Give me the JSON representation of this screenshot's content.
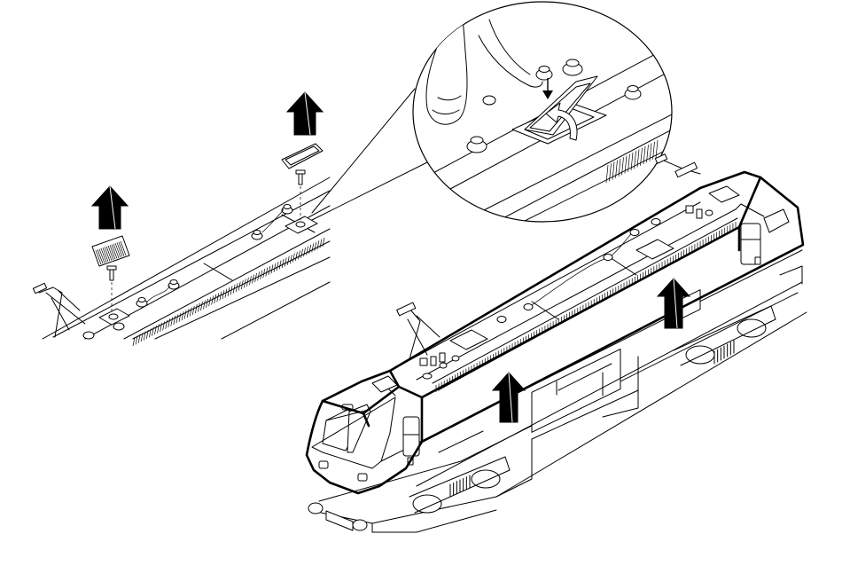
{
  "figure": {
    "text": "",
    "colors": {
      "line": "#000000",
      "background": "#ffffff"
    },
    "instruction": "remove-body-shell",
    "panels": [
      {
        "name": "roof-detail",
        "steps": [
          "lift-roof-hatch",
          "remove-hatch-screw"
        ]
      },
      {
        "name": "magnified-hatch-callout",
        "steps": [
          "press-tab",
          "lift-cover"
        ]
      },
      {
        "name": "locomotive-body",
        "steps": [
          "lift-body-shell-upward"
        ]
      }
    ]
  }
}
